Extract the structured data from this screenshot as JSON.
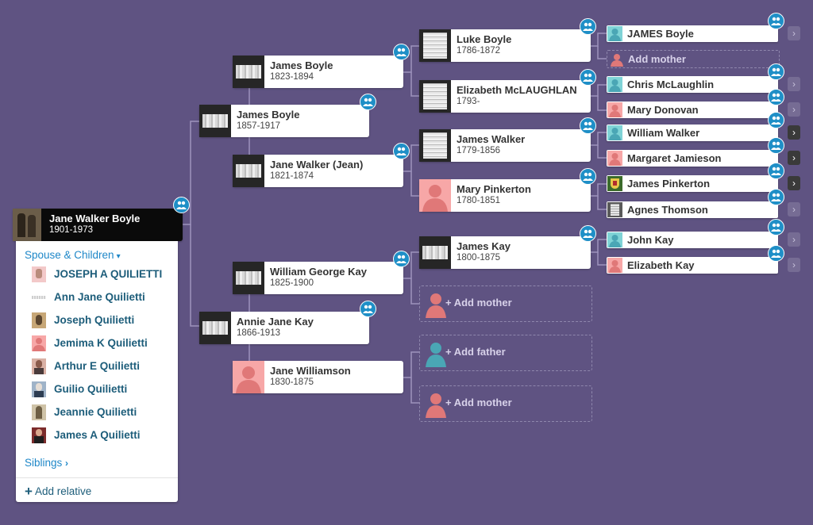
{
  "root": {
    "name": "Jane Walker Boyle",
    "dates": "1901-1973"
  },
  "parents": {
    "father": {
      "name": "James Boyle",
      "dates": "1857-1917"
    },
    "mother": {
      "name": "Annie Jane Kay",
      "dates": "1866-1913"
    }
  },
  "grandparents": {
    "ff": {
      "name": "James Boyle",
      "dates": "1823-1894"
    },
    "fm": {
      "name": "Jane Walker (Jean)",
      "dates": "1821-1874"
    },
    "mf": {
      "name": "William George Kay",
      "dates": "1825-1900"
    },
    "mm": {
      "name": "Jane Williamson",
      "dates": "1830-1875"
    }
  },
  "great_grandparents": {
    "fff": {
      "name": "Luke Boyle",
      "dates": "1786-1872"
    },
    "ffm": {
      "name": "Elizabeth McLAUGHLAN",
      "dates": "1793-"
    },
    "fmf": {
      "name": "James Walker",
      "dates": "1779-1856"
    },
    "fmm": {
      "name": "Mary Pinkerton",
      "dates": "1780-1851"
    },
    "mff": {
      "name": "James Kay",
      "dates": "1800-1875"
    },
    "mfm_add": "+ Add mother",
    "mmf_add": "+ Add father",
    "mmm_add": "+ Add mother"
  },
  "gen5": [
    {
      "name": "JAMES Boyle",
      "thumb": "teal"
    },
    {
      "add": "Add mother"
    },
    {
      "name": "Chris McLaughlin",
      "thumb": "teal"
    },
    {
      "name": "Mary Donovan",
      "thumb": "pink"
    },
    {
      "name": "William Walker",
      "thumb": "teal"
    },
    {
      "name": "Margaret Jamieson",
      "thumb": "pink"
    },
    {
      "name": "James Pinkerton",
      "thumb": "crest"
    },
    {
      "name": "Agnes Thomson",
      "thumb": "docs"
    },
    {
      "name": "John Kay",
      "thumb": "teal"
    },
    {
      "name": "Elizabeth Kay",
      "thumb": "pink"
    }
  ],
  "panel": {
    "spouse_children_label": "Spouse & Children",
    "children": [
      {
        "name": "JOSEPH A QUILIETTI"
      },
      {
        "name": "Ann Jane Quilietti"
      },
      {
        "name": "Joseph Quilietti"
      },
      {
        "name": "Jemima K Quilietti"
      },
      {
        "name": "Arthur E Quilietti"
      },
      {
        "name": "Guilio Quilietti"
      },
      {
        "name": "Jeannie Quilietti"
      },
      {
        "name": "James A Quilietti"
      }
    ],
    "siblings_label": "Siblings",
    "add_relative_label": "Add relative"
  },
  "icons": {
    "family": "family-group-icon",
    "chevron": "chevron-right-icon",
    "silhouette": "person-silhouette-icon"
  },
  "colors": {
    "background": "#5f5382",
    "accent_blue": "#1f8fc7",
    "link_dark": "#1d5d7a",
    "male_teal": "#7fd3d6",
    "female_pink": "#f7a7a7"
  }
}
